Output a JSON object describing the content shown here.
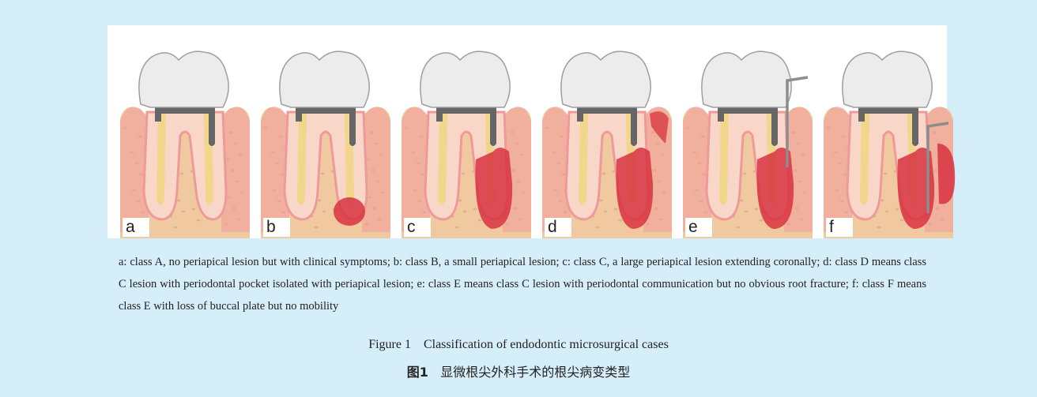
{
  "panels": [
    {
      "letter": "a",
      "lesion": "none",
      "pocket": false,
      "probe": false,
      "buccal_loss": false
    },
    {
      "letter": "b",
      "lesion": "small",
      "pocket": false,
      "probe": false,
      "buccal_loss": false
    },
    {
      "letter": "c",
      "lesion": "large",
      "pocket": false,
      "probe": false,
      "buccal_loss": false
    },
    {
      "letter": "d",
      "lesion": "large",
      "pocket": true,
      "probe": false,
      "buccal_loss": false
    },
    {
      "letter": "e",
      "lesion": "large",
      "pocket": false,
      "probe": true,
      "buccal_loss": false
    },
    {
      "letter": "f",
      "lesion": "large",
      "pocket": false,
      "probe": true,
      "buccal_loss": true
    }
  ],
  "legend_text": "a: class A, no periapical lesion but with clinical symptoms; b: class B, a small periapical lesion; c: class C, a large periapical lesion extending coronally; d: class D means class C lesion with periodontal pocket isolated with periapical lesion; e: class E means class C lesion with periodontal communication but no obvious root fracture; f: class F means class E with loss of buccal plate but no mobility",
  "caption_en": "Figure 1    Classification of endodontic microsurgical cases",
  "caption_zh_num": "图1",
  "caption_zh_text": "显微根尖外科手术的根尖病变类型",
  "colors": {
    "background": "#d6eefa",
    "bone": "#f1c9a0",
    "gum": "#ef9a9a",
    "lesion": "#d8333f",
    "crown": "#ececec",
    "root": "#f8d6c8",
    "canal": "#f2d68b",
    "filling": "#666666"
  }
}
